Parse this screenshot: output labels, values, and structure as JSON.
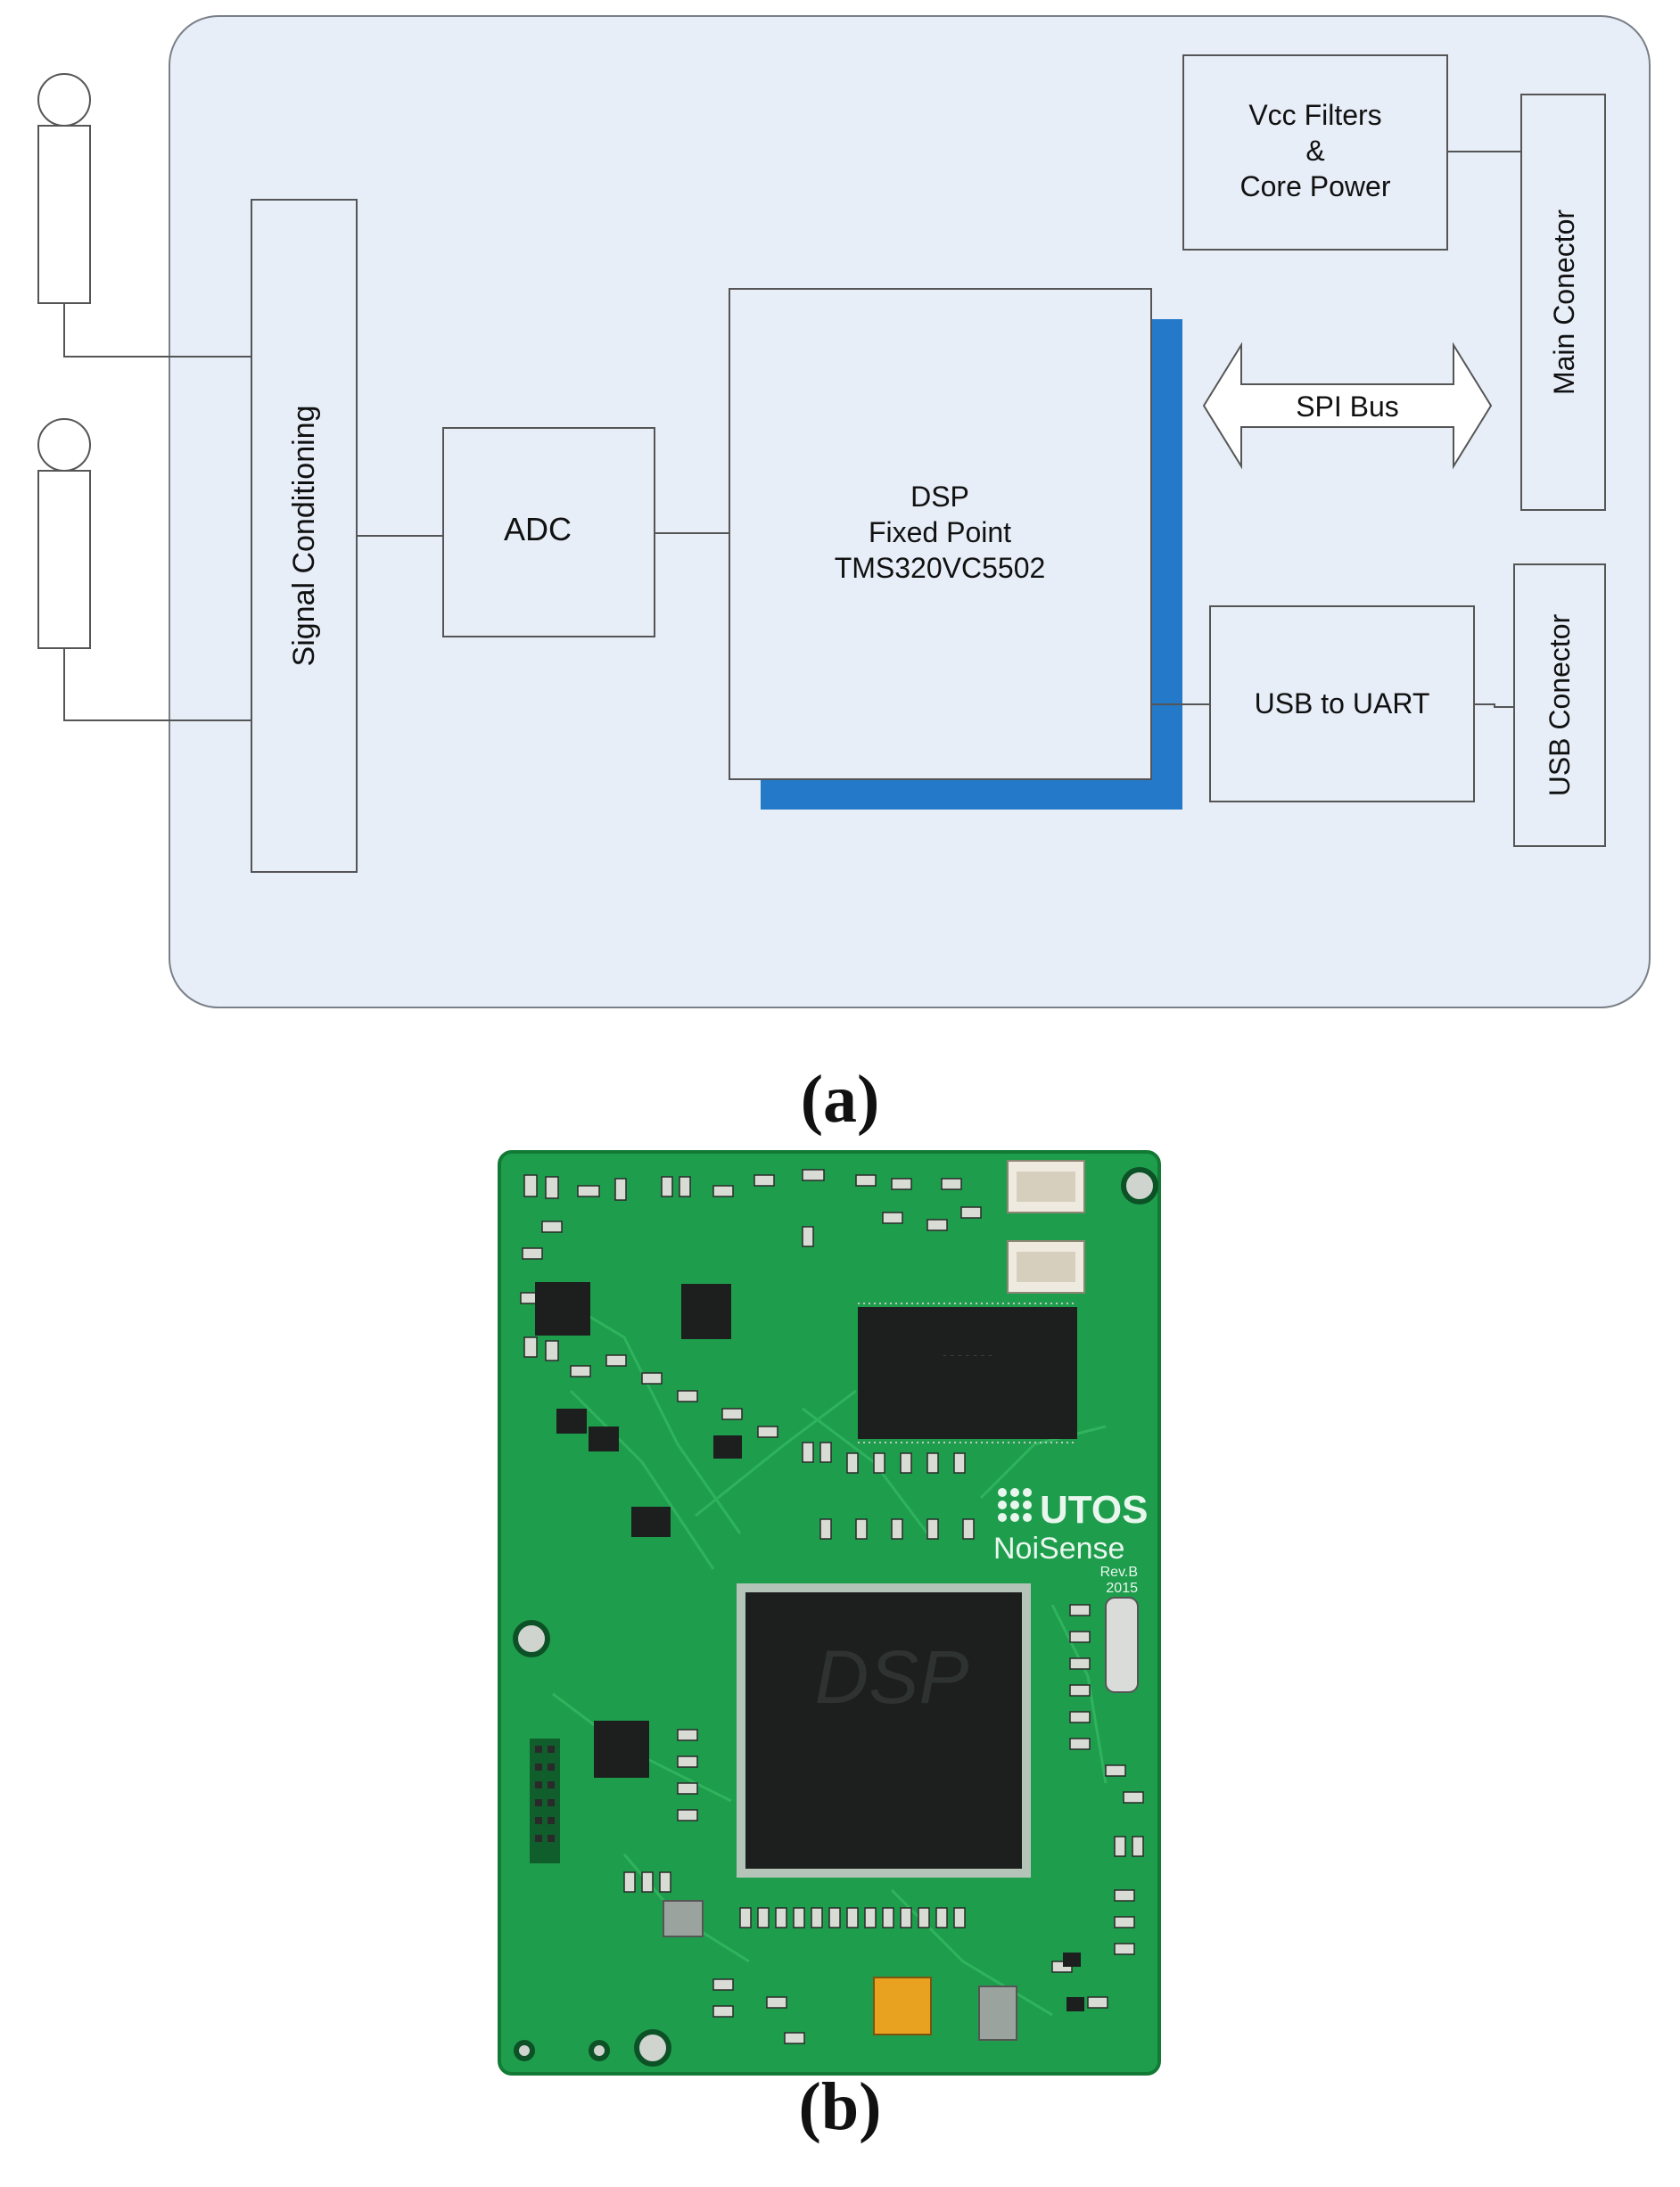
{
  "figure_a": {
    "blocks": {
      "signal_conditioning": "Signal Conditioning",
      "adc": "ADC",
      "dsp": [
        "DSP",
        "Fixed Point",
        "TMS320VC5502"
      ],
      "vcc_filters": [
        "Vcc Filters",
        "&",
        "Core Power"
      ],
      "main_connector": "Main Conector",
      "spi_bus": "SPI Bus",
      "usb_to_uart": "USB to UART",
      "usb_connector": "USB Conector"
    },
    "caption": "(a)"
  },
  "figure_b": {
    "silkscreen": {
      "brand": "UTOS",
      "product": "NoiSense",
      "revision": "Rev.B",
      "year": "2015",
      "dsp_logo": "DSP"
    },
    "caption": "(b)"
  },
  "colors": {
    "board_fill": "#e7eef8",
    "board_stroke": "#7a7f88",
    "dsp_shadow": "#2479c9",
    "pcb_green": "#1e9e4c",
    "chip_black": "#1c1f1d"
  }
}
